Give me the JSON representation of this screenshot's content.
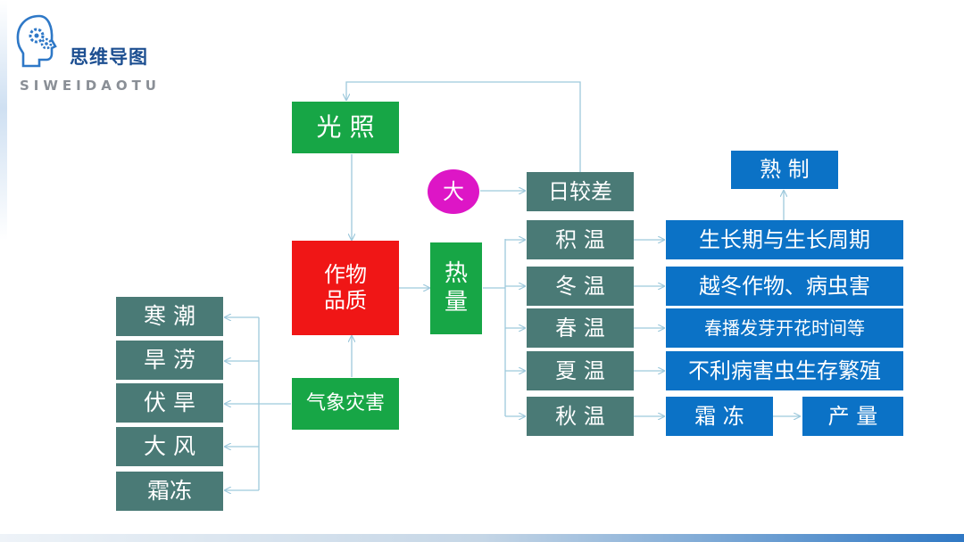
{
  "logo": {
    "title": "思维导图",
    "subtitle": "SIWEIDAOTU"
  },
  "disasters": [
    "寒 潮",
    "旱 涝",
    "伏 旱",
    "大 风",
    "霜冻"
  ],
  "center": {
    "guangzhao": "光 照",
    "quality": "作物\n品质",
    "disaster_node": "气象灾害",
    "heat": "热\n量"
  },
  "big_circle": "大",
  "right_column": [
    "日较差",
    "积 温",
    "冬 温",
    "春 温",
    "夏 温",
    "秋 温"
  ],
  "details": {
    "shuzhi": "熟 制",
    "jiwen": "生长期与生长周期",
    "dongwen": "越冬作物、病虫害",
    "chunwen": "春播发芽开花时间等",
    "xiawen": "不利病害虫生存繁殖",
    "qiuwen": "霜 冻",
    "output": "产 量"
  },
  "colors": {
    "dark_teal": "#4a7a76",
    "green": "#17a646",
    "red": "#f01616",
    "blue": "#0b72c6",
    "magenta": "#dd16c6",
    "connector": "#9ec9dc"
  }
}
